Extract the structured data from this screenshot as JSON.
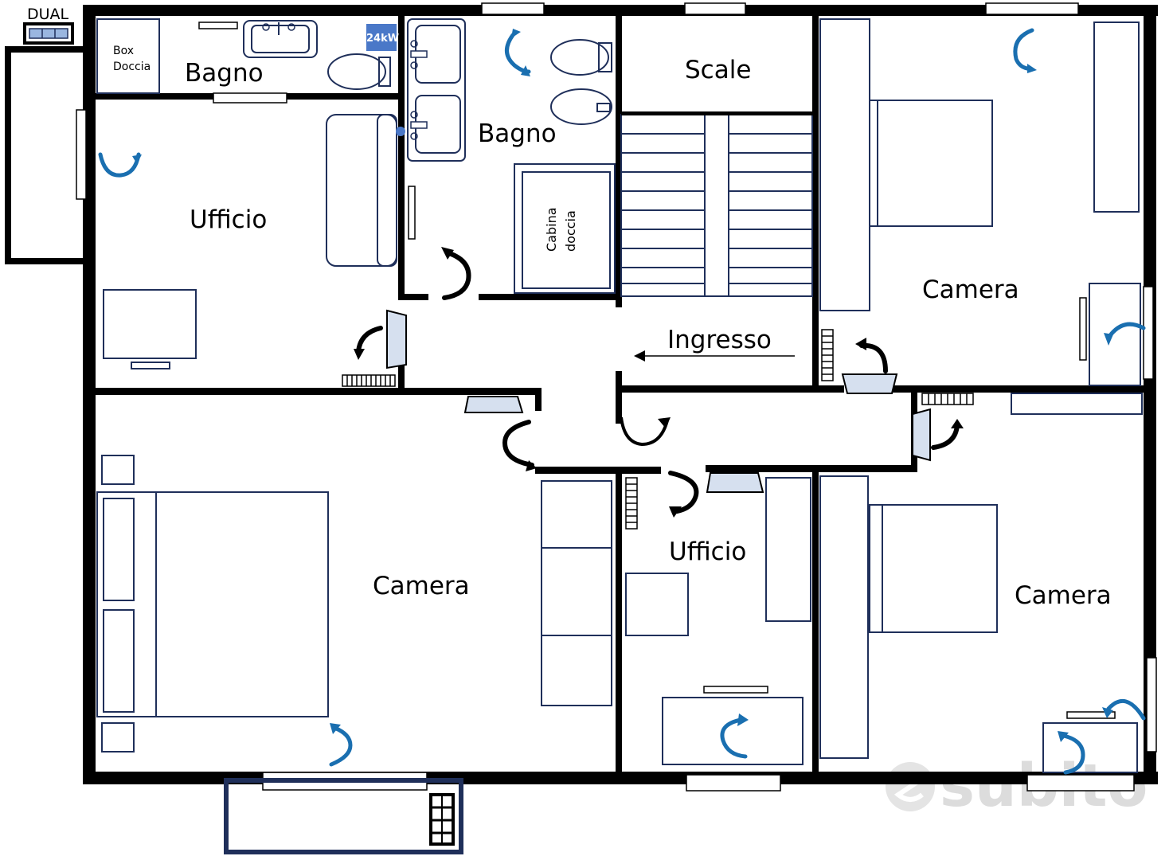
{
  "labels": {
    "dual": "DUAL",
    "box_doccia_line1": "Box",
    "box_doccia_line2": "Doccia",
    "bagno_small": "Bagno",
    "bagno_main": "Bagno",
    "kw": "24kW",
    "ufficio_top": "Ufficio",
    "scale": "Scale",
    "cabina_line1": "Cabina",
    "cabina_line2": "doccia",
    "ingresso": "Ingresso",
    "camera_top_right": "Camera",
    "camera_bottom_left": "Camera",
    "ufficio_bottom": "Ufficio",
    "camera_bottom_right": "Camera"
  },
  "watermark": {
    "brand": "subito"
  },
  "colors": {
    "wall": "#000000",
    "furniture": "#1f2f5a",
    "arrow_blue": "#1a6fb0",
    "boiler": "#4a78c8",
    "door_panel": "#d6e0ef",
    "watermark": "#dcdcdc"
  },
  "icons": {
    "door_swing": "curved-arrow-icon",
    "window": "window-icon",
    "radiator": "radiator-icon",
    "boiler": "boiler-icon"
  }
}
